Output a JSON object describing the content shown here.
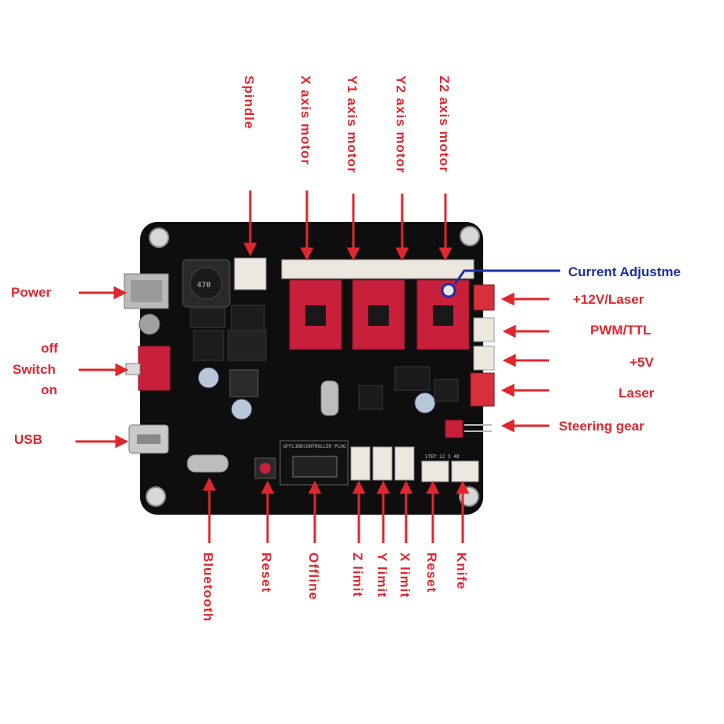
{
  "colors": {
    "label_red": "#e0262e",
    "label_blue": "#1c2fa8",
    "pcb_black": "#0e0e0f",
    "driver_red": "#c8203a",
    "connector_white": "#ece7df",
    "connector_red": "#d8303a"
  },
  "labels": {
    "spindle": "Spindle",
    "x_axis_motor": "X axis motor",
    "y1_axis_motor": "Y1 axis motor",
    "y2_axis_motor": "Y2 axis motor",
    "z2_axis_motor": "Z2 axis motor",
    "current_adjustment": "Current Adjustme",
    "v12_laser": "+12V/Laser",
    "pwm_ttl": "PWM/TTL",
    "v5": "+5V",
    "laser": "Laser",
    "steering_gear": "Steering gear",
    "power": "Power",
    "off": "off",
    "switch": "Switch",
    "on": "on",
    "usb": "USB",
    "bluetooth": "Bluetooth",
    "reset_left": "Reset",
    "offline": "Offline",
    "z_limit": "Z limit",
    "y_limit": "Y limit",
    "x_limit": "X limit",
    "reset_right": "Reset",
    "knife": "Knife"
  },
  "board_silkscreen": {
    "inductor": "470",
    "offline_header": "OFFLINECONTROLLER PLUG",
    "steering_header": "STEP  12 3 4B"
  }
}
